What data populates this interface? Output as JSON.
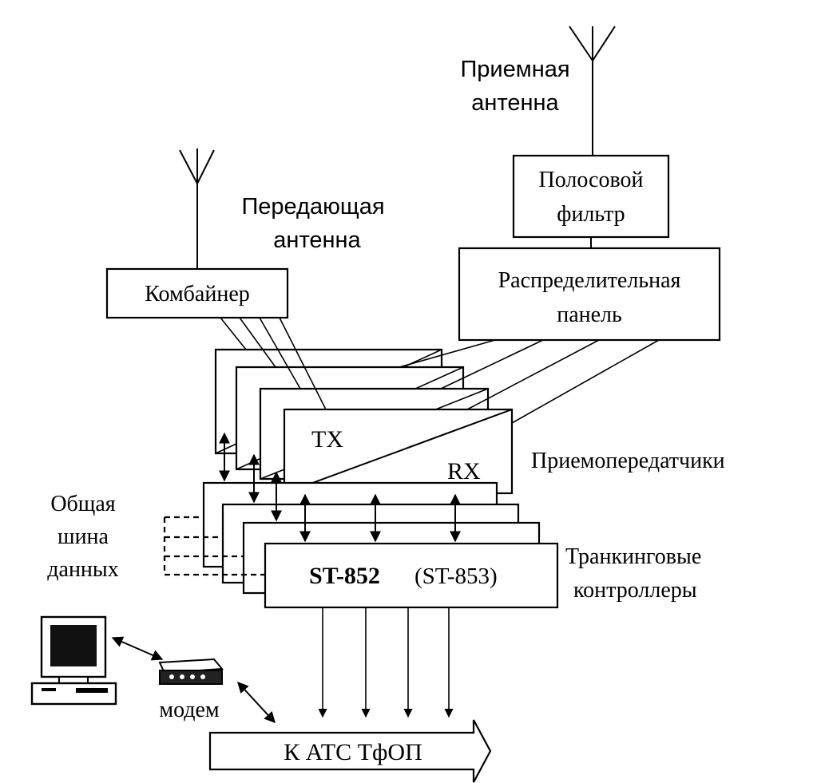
{
  "labels": {
    "rx_antenna_line1": "Приемная",
    "rx_antenna_line2": "антенна",
    "tx_antenna_line1": "Передающая",
    "tx_antenna_line2": "антенна",
    "bandpass_filter_line1": "Полосовой",
    "bandpass_filter_line2": "фильтр",
    "combiner": "Комбайнер",
    "distribution_panel_line1": "Распределительная",
    "distribution_panel_line2": "панель",
    "tx": "TX",
    "rx": "RX",
    "transceivers": "Приемопередатчики",
    "bus_line1": "Общая",
    "bus_line2": "шина",
    "bus_line3": "данных",
    "controller_model": "ST-852",
    "controller_alt_model": "(ST-853)",
    "controllers_line1": "Транкинговые",
    "controllers_line2": "контроллеры",
    "modem": "модем",
    "pstn": "К  АТС ТфОП"
  }
}
